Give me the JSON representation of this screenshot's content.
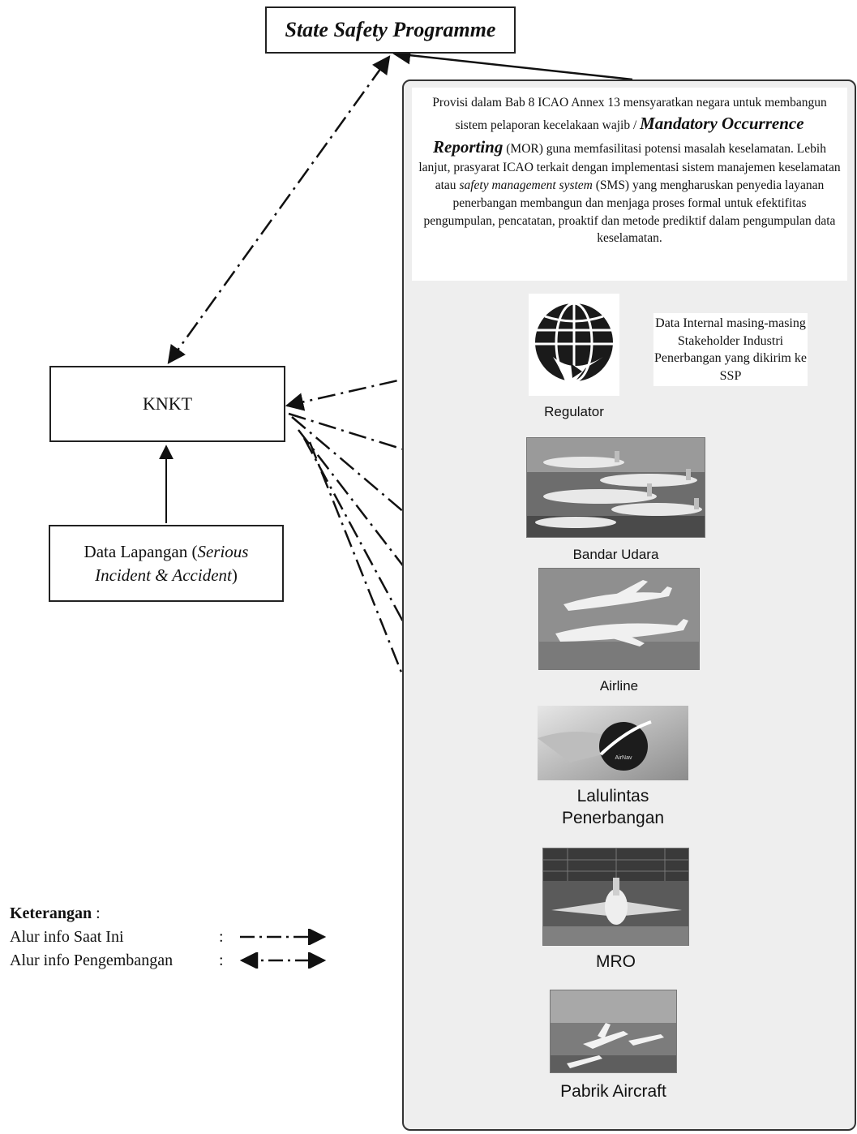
{
  "diagram": {
    "ssp_label": "State Safety Programme",
    "knkt_label": "KNKT",
    "field_data": {
      "prefix": "Data Lapangan (",
      "italic": "Serious Incident & Accident",
      "suffix": ")"
    },
    "description": {
      "part1": "Provisi dalam Bab 8 ICAO Annex 13 mensyaratkan negara untuk membangun sistem pelaporan kecelakaan wajib / ",
      "big": "Mandatory Occurrence Reporting",
      "part2": " (MOR) guna memfasilitasi potensi masalah keselamatan. Lebih lanjut, prasyarat ICAO terkait dengan implementasi sistem manajemen keselamatan atau ",
      "italic": "safety management system",
      "part3": " (SMS) yang mengharuskan penyedia layanan penerbangan membangun dan menjaga proses formal untuk efektifitas pengumpulan, pencatatan, proaktif dan metode prediktif dalam pengumpulan data keselamatan."
    },
    "internal_data_label": "Data Internal masing-masing Stakeholder Industri Penerbangan yang dikirim ke SSP",
    "stakeholders": [
      {
        "label": "Regulator"
      },
      {
        "label": "Bandar Udara"
      },
      {
        "label": "Airline"
      },
      {
        "label": "Lalulintas Penerbangan"
      },
      {
        "label": "MRO"
      },
      {
        "label": "Pabrik Aircraft"
      }
    ],
    "legend": {
      "title": "Keterangan",
      "title_suffix": " :",
      "current": "Alur info Saat Ini",
      "development": "Alur info Pengembangan",
      "colon": ":"
    }
  }
}
